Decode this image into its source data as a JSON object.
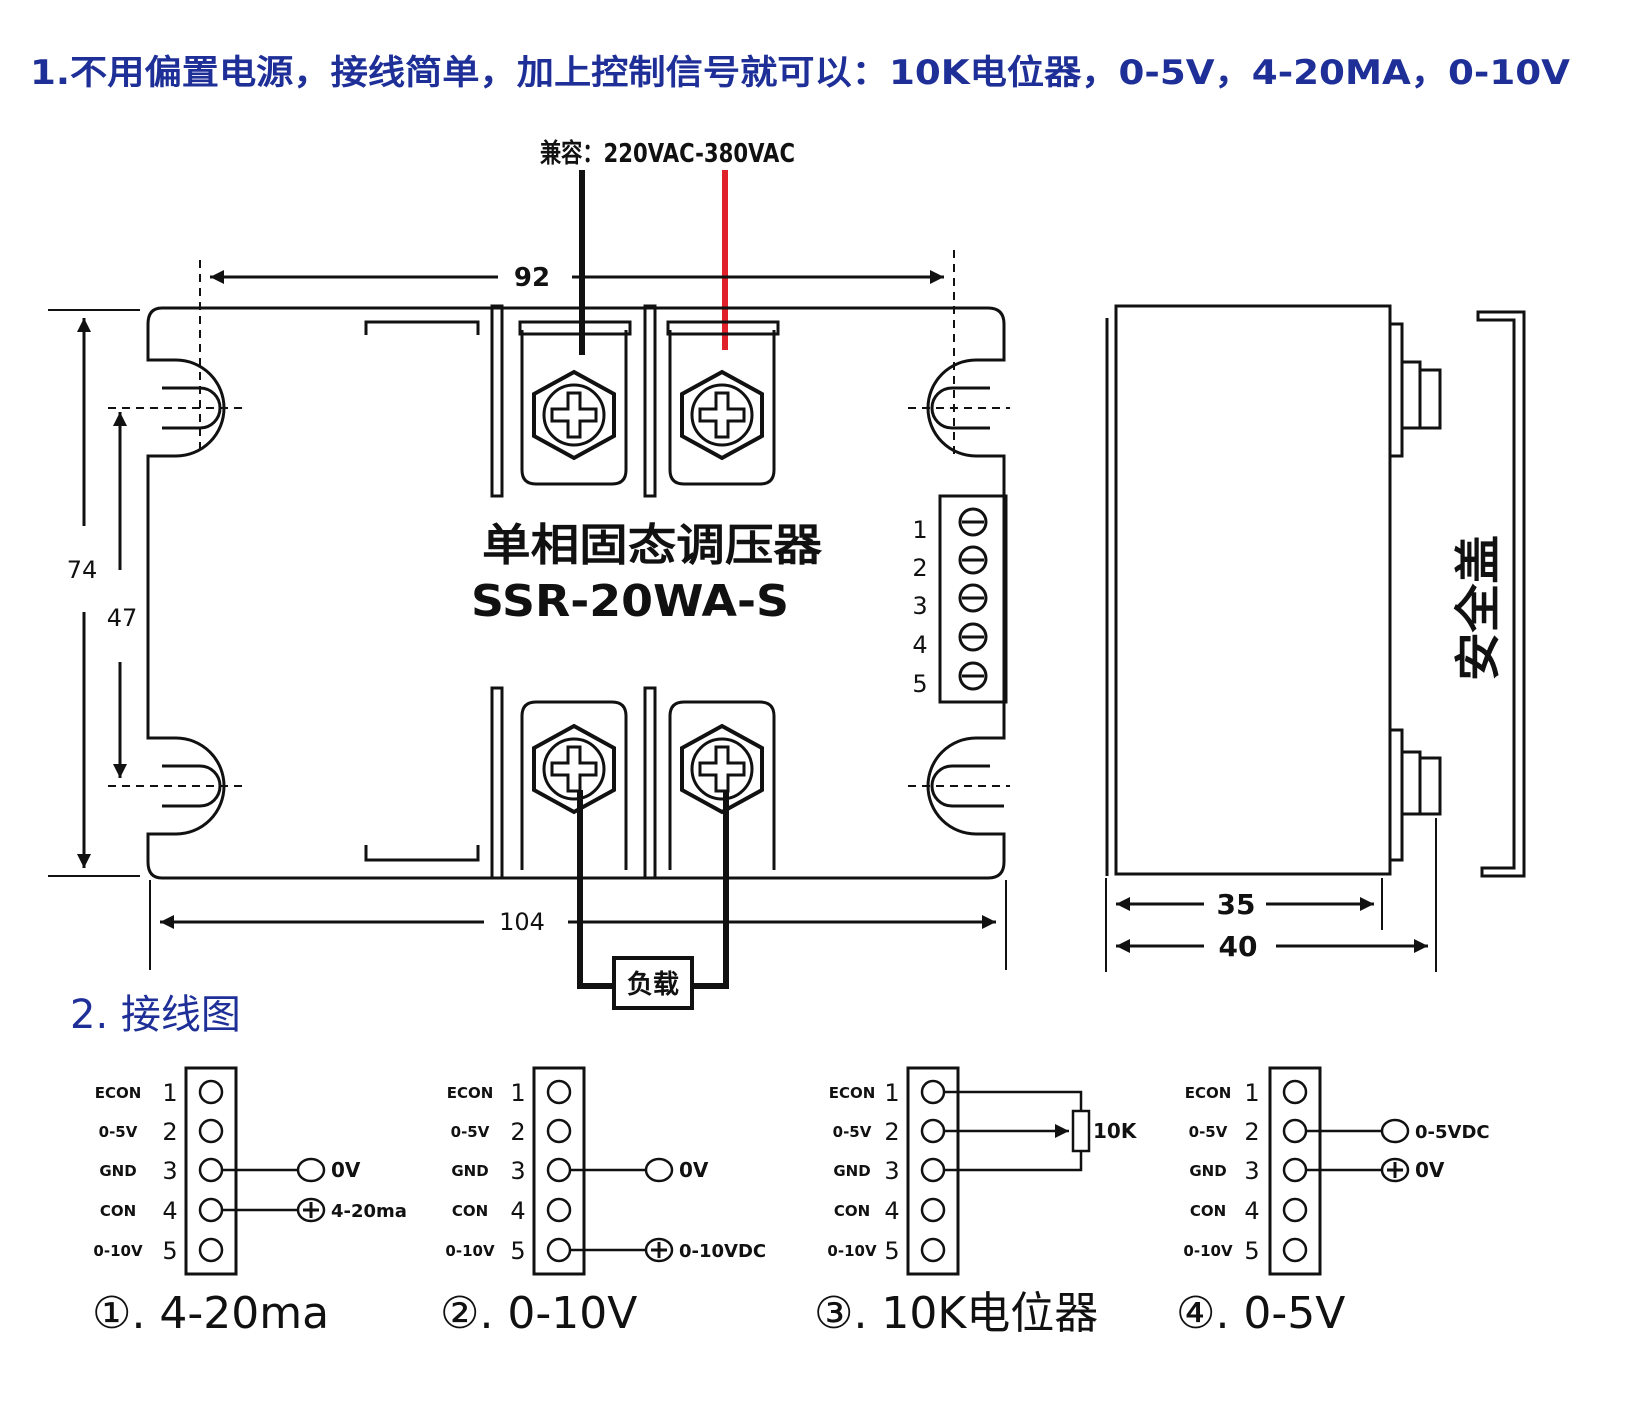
{
  "header": {
    "title": "1.不用偏置电源，接线简单，加上控制信号就可以：10K电位器，0-5V，4-20MA，0-10V"
  },
  "colors": {
    "blue": "#1f2f98",
    "black": "#111111",
    "red": "#e0202a"
  },
  "device": {
    "supply_label": "兼容：220VAC-380VAC",
    "dim_top_width": "92",
    "dim_height": "74",
    "dim_hole_spacing": "47",
    "dim_bottom_width": "104",
    "name": "单相固态调压器",
    "model": "SSR-20WA-S",
    "terminal_numbers": [
      "1",
      "2",
      "3",
      "4",
      "5"
    ],
    "load_label": "负载"
  },
  "side_view": {
    "cover_label": "安全盖",
    "dim_depth_inner": "35",
    "dim_depth_outer": "40"
  },
  "wiring": {
    "section_title": "2. 接线图",
    "pin_labels": [
      "ECON",
      "0-5V",
      "GND",
      "CON",
      "0-10V"
    ],
    "pin_numbers": [
      "1",
      "2",
      "3",
      "4",
      "5"
    ],
    "diagrams": [
      {
        "caption": "①. 4-20ma",
        "wires": [
          {
            "pin": 3,
            "symbol": "open",
            "label": "0V"
          },
          {
            "pin": 4,
            "symbol": "plus",
            "label": "4-20ma"
          }
        ]
      },
      {
        "caption": "②. 0-10V",
        "wires": [
          {
            "pin": 3,
            "symbol": "open",
            "label": "0V"
          },
          {
            "pin": 5,
            "symbol": "plus",
            "label": "0-10VDC"
          }
        ]
      },
      {
        "caption": "③. 10K电位器",
        "pot_label": "10K"
      },
      {
        "caption": "④. 0-5V",
        "wires": [
          {
            "pin": 2,
            "symbol": "open",
            "label": "0-5VDC"
          },
          {
            "pin": 3,
            "symbol": "plus",
            "label": "0V"
          }
        ]
      }
    ]
  }
}
